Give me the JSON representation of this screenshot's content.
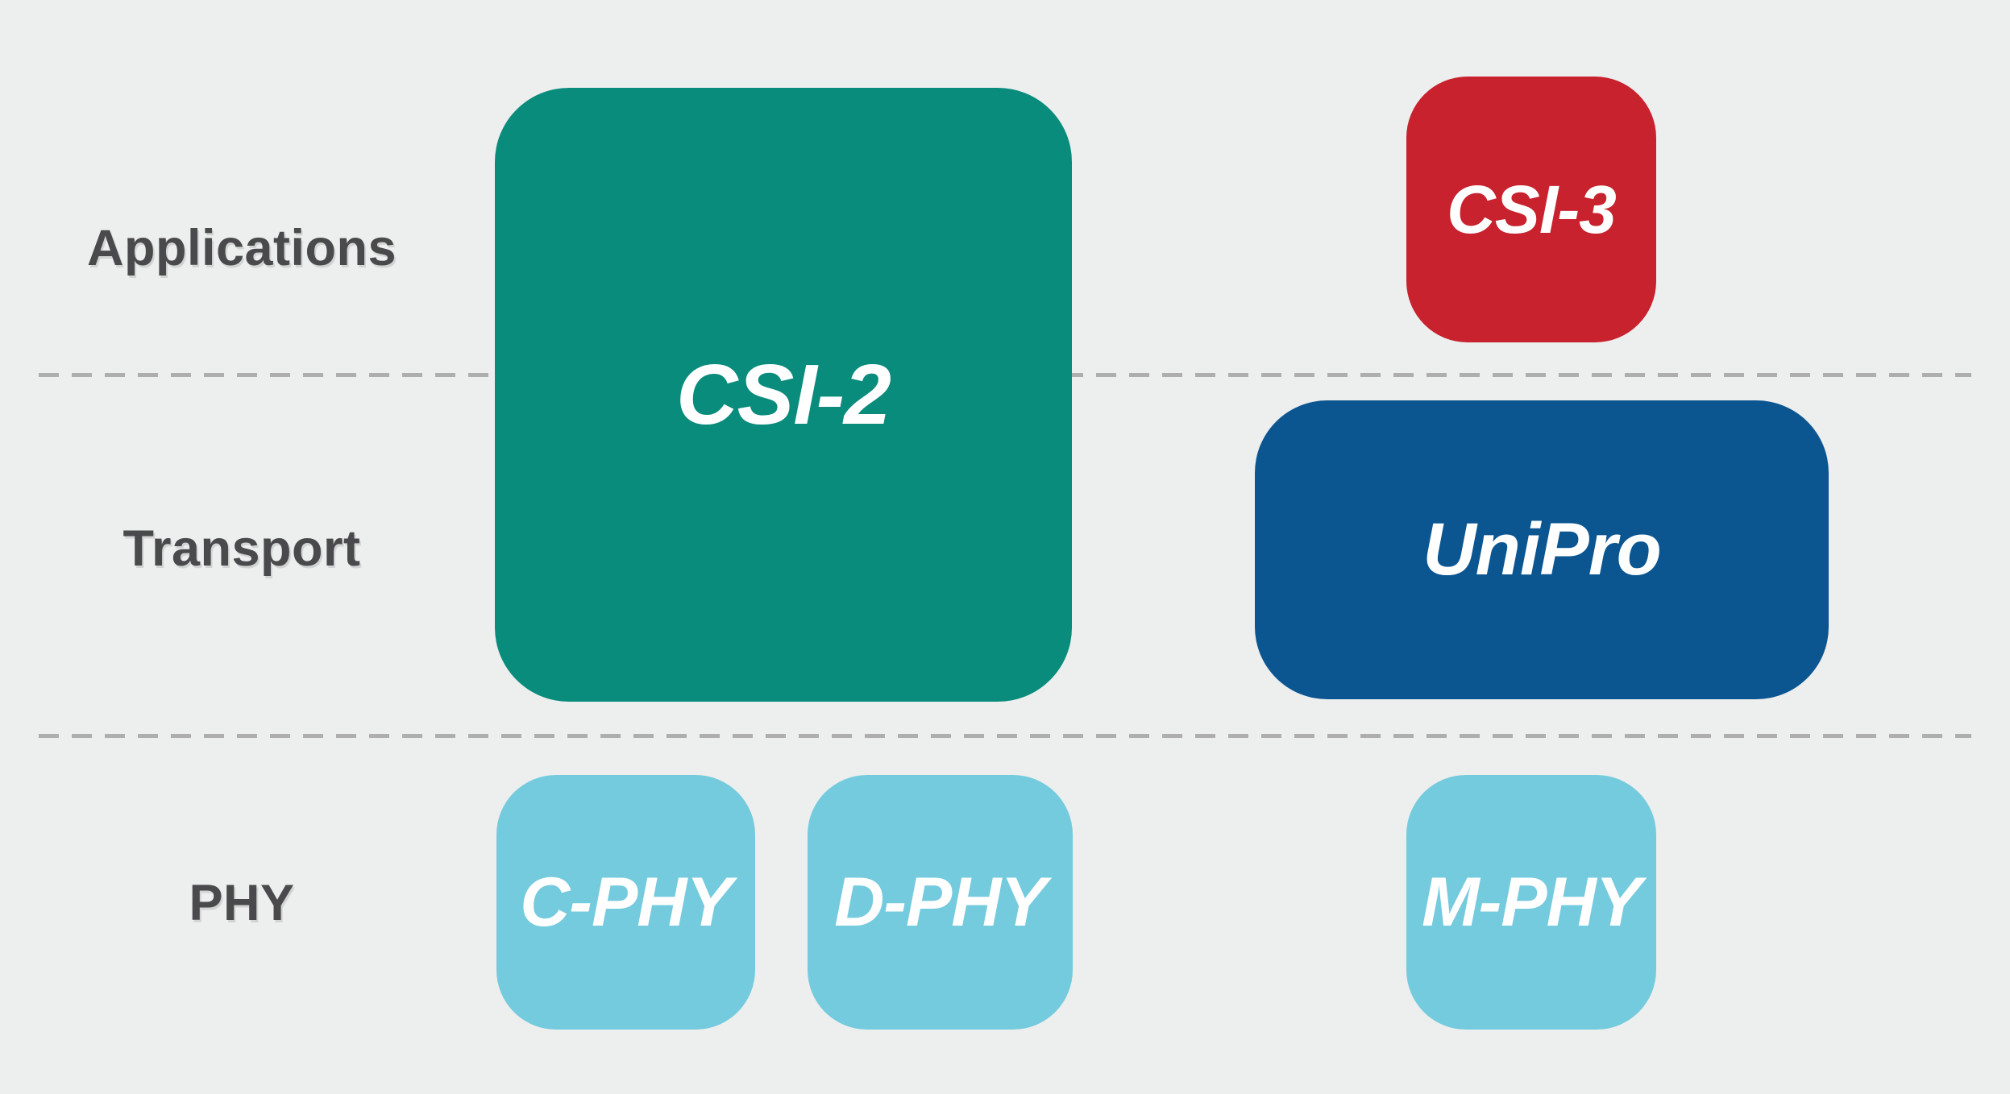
{
  "layers": [
    {
      "label": "Applications"
    },
    {
      "label": "Transport"
    },
    {
      "label": "PHY"
    }
  ],
  "boxes": [
    {
      "id": "csi-2",
      "label": "CSI-2",
      "color": "#098C7C"
    },
    {
      "id": "csi-3",
      "label": "CSI-3",
      "color": "#C7222E"
    },
    {
      "id": "unipro",
      "label": "UniPro",
      "color": "#0B5591"
    },
    {
      "id": "c-phy",
      "label": "C-PHY",
      "color": "#75CBDE"
    },
    {
      "id": "d-phy",
      "label": "D-PHY",
      "color": "#75CBDE"
    },
    {
      "id": "m-phy",
      "label": "M-PHY",
      "color": "#75CBDE"
    }
  ],
  "colors": {
    "background": "#EDEEEE",
    "divider": "#AEAEAE",
    "layer_label_text": "#4A4A4C",
    "box_label_text": "#FFFFFF"
  }
}
